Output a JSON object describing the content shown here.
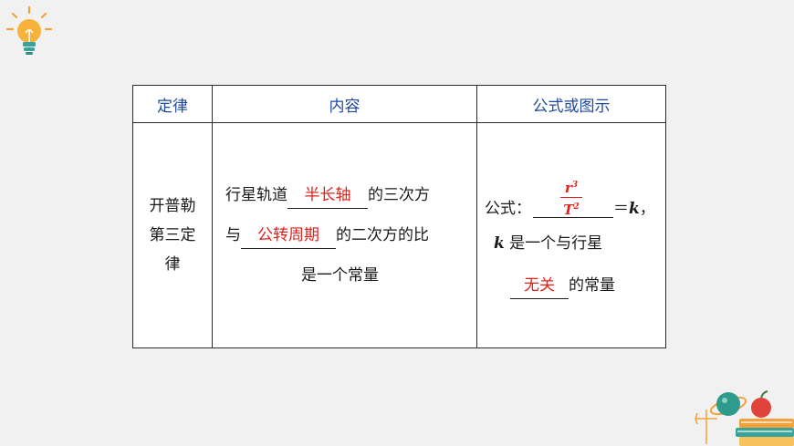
{
  "table": {
    "headers": [
      "定律",
      "内容",
      "公式或图示"
    ],
    "law_name": [
      "开普勒",
      "第三定",
      "律"
    ],
    "content": {
      "line1_pre": "行星轨道",
      "blank1": "半长轴",
      "line1_post": "的三次方",
      "line2_pre": "与",
      "blank2": "公转周期",
      "line2_post": "的二次方的比",
      "line3": "是一个常量"
    },
    "formula": {
      "label": "公式：",
      "numerator_var": "r",
      "numerator_exp": "3",
      "denominator_var": "T",
      "denominator_exp": "2",
      "equals": "＝",
      "rhs": "k",
      "rhs_tail": "，",
      "line2_var": "k",
      "line2_text": " 是一个与行星",
      "blank3": "无关",
      "line3_text": "的常量"
    }
  },
  "colors": {
    "header": "#1f4aa0",
    "answer": "#e0201b"
  },
  "icons": [
    "lightbulb-icon",
    "planet-books-icon"
  ]
}
